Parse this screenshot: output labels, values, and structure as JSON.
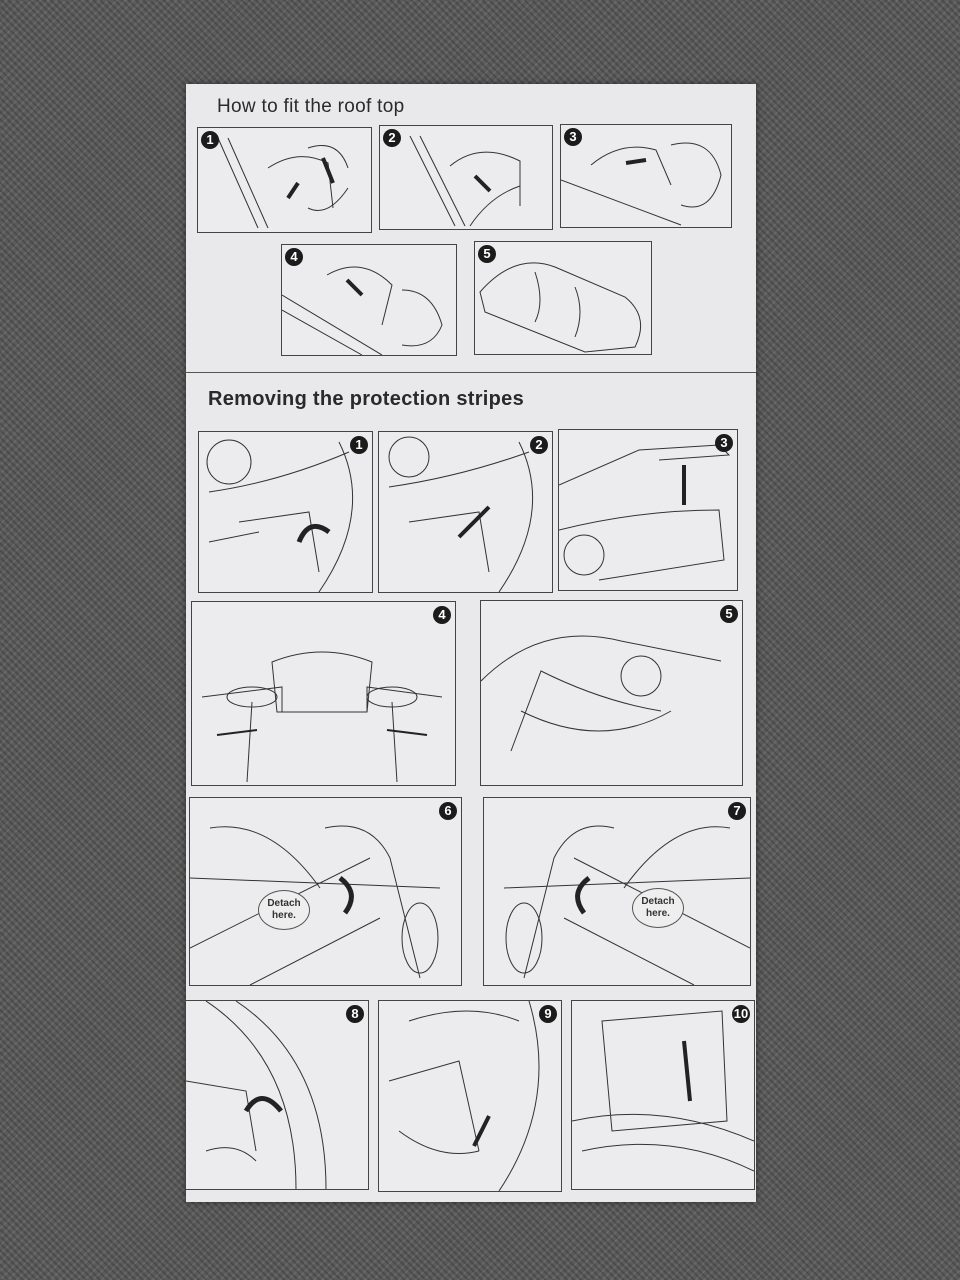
{
  "sections": [
    {
      "title": "How to fit the roof top",
      "steps": [
        "1",
        "2",
        "3",
        "4",
        "5"
      ]
    },
    {
      "title": "Removing the protection stripes",
      "steps": [
        "1",
        "2",
        "3",
        "4",
        "5",
        "6",
        "7",
        "8",
        "9",
        "10"
      ]
    }
  ],
  "callouts": {
    "step6": [
      "Detach",
      "here."
    ],
    "step7": [
      "Detach",
      "here."
    ]
  }
}
